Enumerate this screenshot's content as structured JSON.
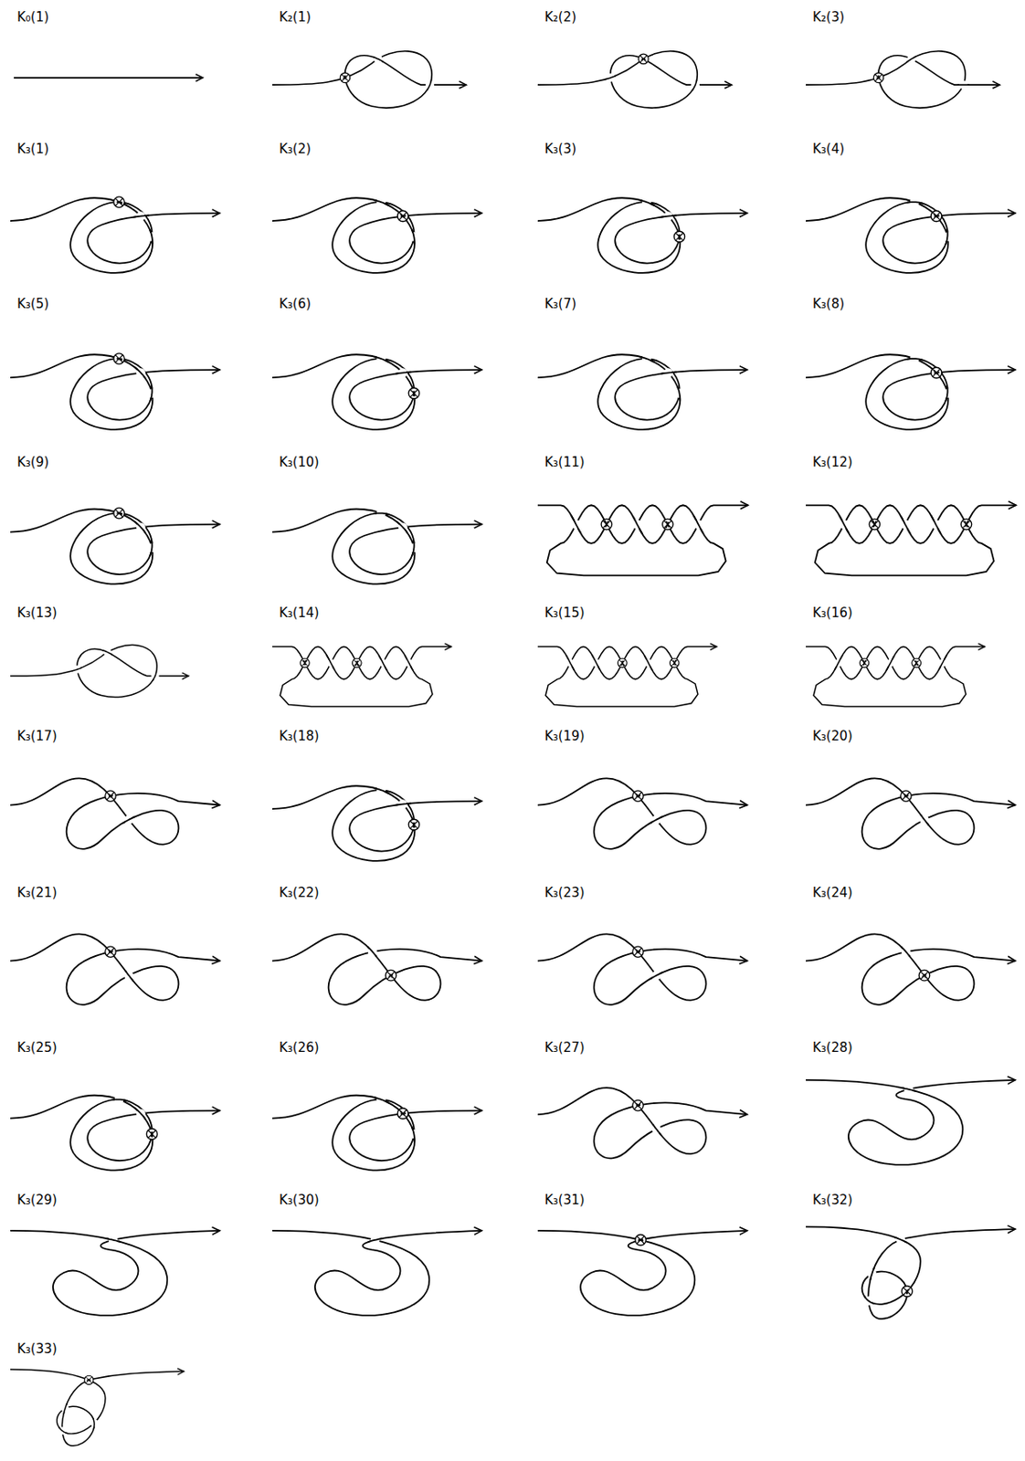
{
  "diagram": {
    "labels": [
      "K₀(1)",
      "K₂(1)",
      "K₂(2)",
      "K₂(3)",
      "K₃(1)",
      "K₃(2)",
      "K₃(3)",
      "K₃(4)",
      "K₃(5)",
      "K₃(6)",
      "K₃(7)",
      "K₃(8)",
      "K₃(9)",
      "K₃(10)",
      "K₃(11)",
      "K₃(12)",
      "K₃(13)",
      "K₃(14)",
      "K₃(15)",
      "K₃(16)",
      "K₃(17)",
      "K₃(18)",
      "K₃(19)",
      "K₃(20)",
      "K₃(21)",
      "K₃(22)",
      "K₃(23)",
      "K₃(24)",
      "K₃(25)",
      "K₃(26)",
      "K₃(27)",
      "K₃(28)",
      "K₃(29)",
      "K₃(30)",
      "K₃(31)",
      "K₃(32)",
      "K₃(33)"
    ]
  }
}
